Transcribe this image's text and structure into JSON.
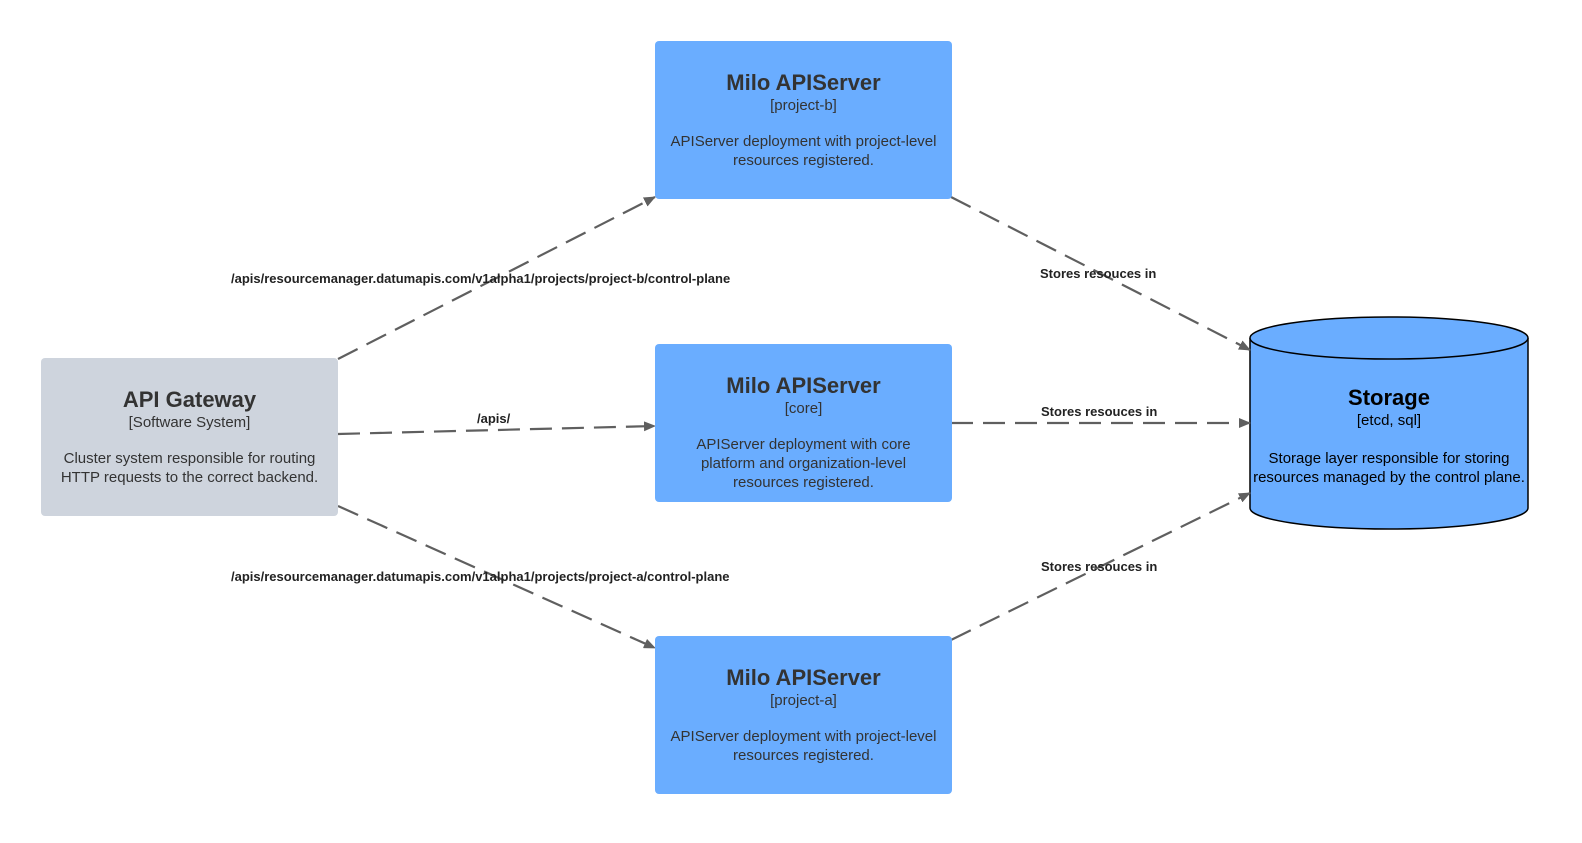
{
  "nodes": {
    "gateway": {
      "title": "API Gateway",
      "tech": "[Software System]",
      "description": "Cluster system responsible for routing HTTP requests to the correct backend."
    },
    "milo_b": {
      "title": "Milo APIServer",
      "tech": "[project-b]",
      "description": "APIServer deployment with project-level resources registered."
    },
    "milo_core": {
      "title": "Milo APIServer",
      "tech": "[core]",
      "description": "APIServer deployment with core platform and organization-level resources registered."
    },
    "milo_a": {
      "title": "Milo APIServer",
      "tech": "[project-a]",
      "description": "APIServer deployment with project-level resources registered."
    },
    "storage": {
      "title": "Storage",
      "tech": "[etcd, sql]",
      "description": "Storage layer responsible for storing resources managed by the control plane."
    }
  },
  "edges": {
    "gateway_to_b": "/apis/resourcemanager.datumapis.com/v1alpha1/projects/project-b/control-plane",
    "gateway_to_core": "/apis/",
    "gateway_to_a": "/apis/resourcemanager.datumapis.com/v1alpha1/projects/project-a/control-plane",
    "b_to_storage": "Stores resouces in",
    "core_to_storage": "Stores resouces in",
    "a_to_storage": "Stores resouces in"
  },
  "colors": {
    "container_fill": "#6aadff",
    "system_fill": "#ced4dd",
    "edge_stroke": "#5f5f5f"
  }
}
